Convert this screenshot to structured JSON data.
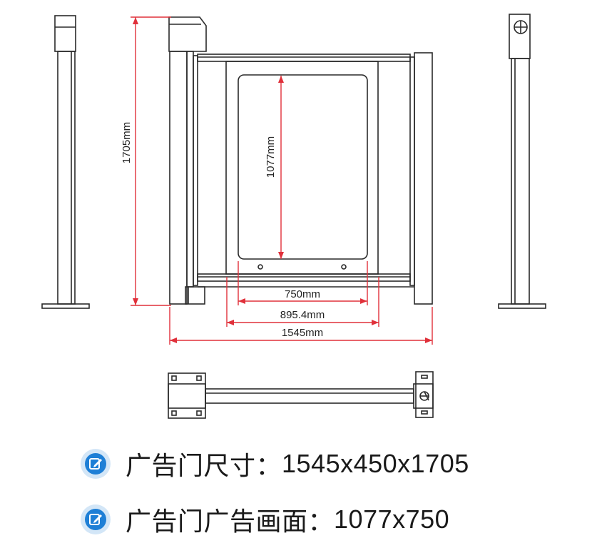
{
  "dimensions": {
    "height_total": "1705mm",
    "screen_height": "1077mm",
    "screen_width": "750mm",
    "opening_width": "895.4mm",
    "overall_width": "1545mm"
  },
  "specs": [
    {
      "label": "广告门尺寸",
      "separator": "：",
      "value": "1545x450x1705"
    },
    {
      "label": "广告门广告画面",
      "separator": "：",
      "value": "1077x750"
    }
  ],
  "colors": {
    "outline": "#2a2a2a",
    "dimension_line": "#e0303a",
    "icon_outer": "#d3e6f7",
    "icon_inner": "#1e7fd6"
  },
  "icons": [
    "edit-icon"
  ]
}
